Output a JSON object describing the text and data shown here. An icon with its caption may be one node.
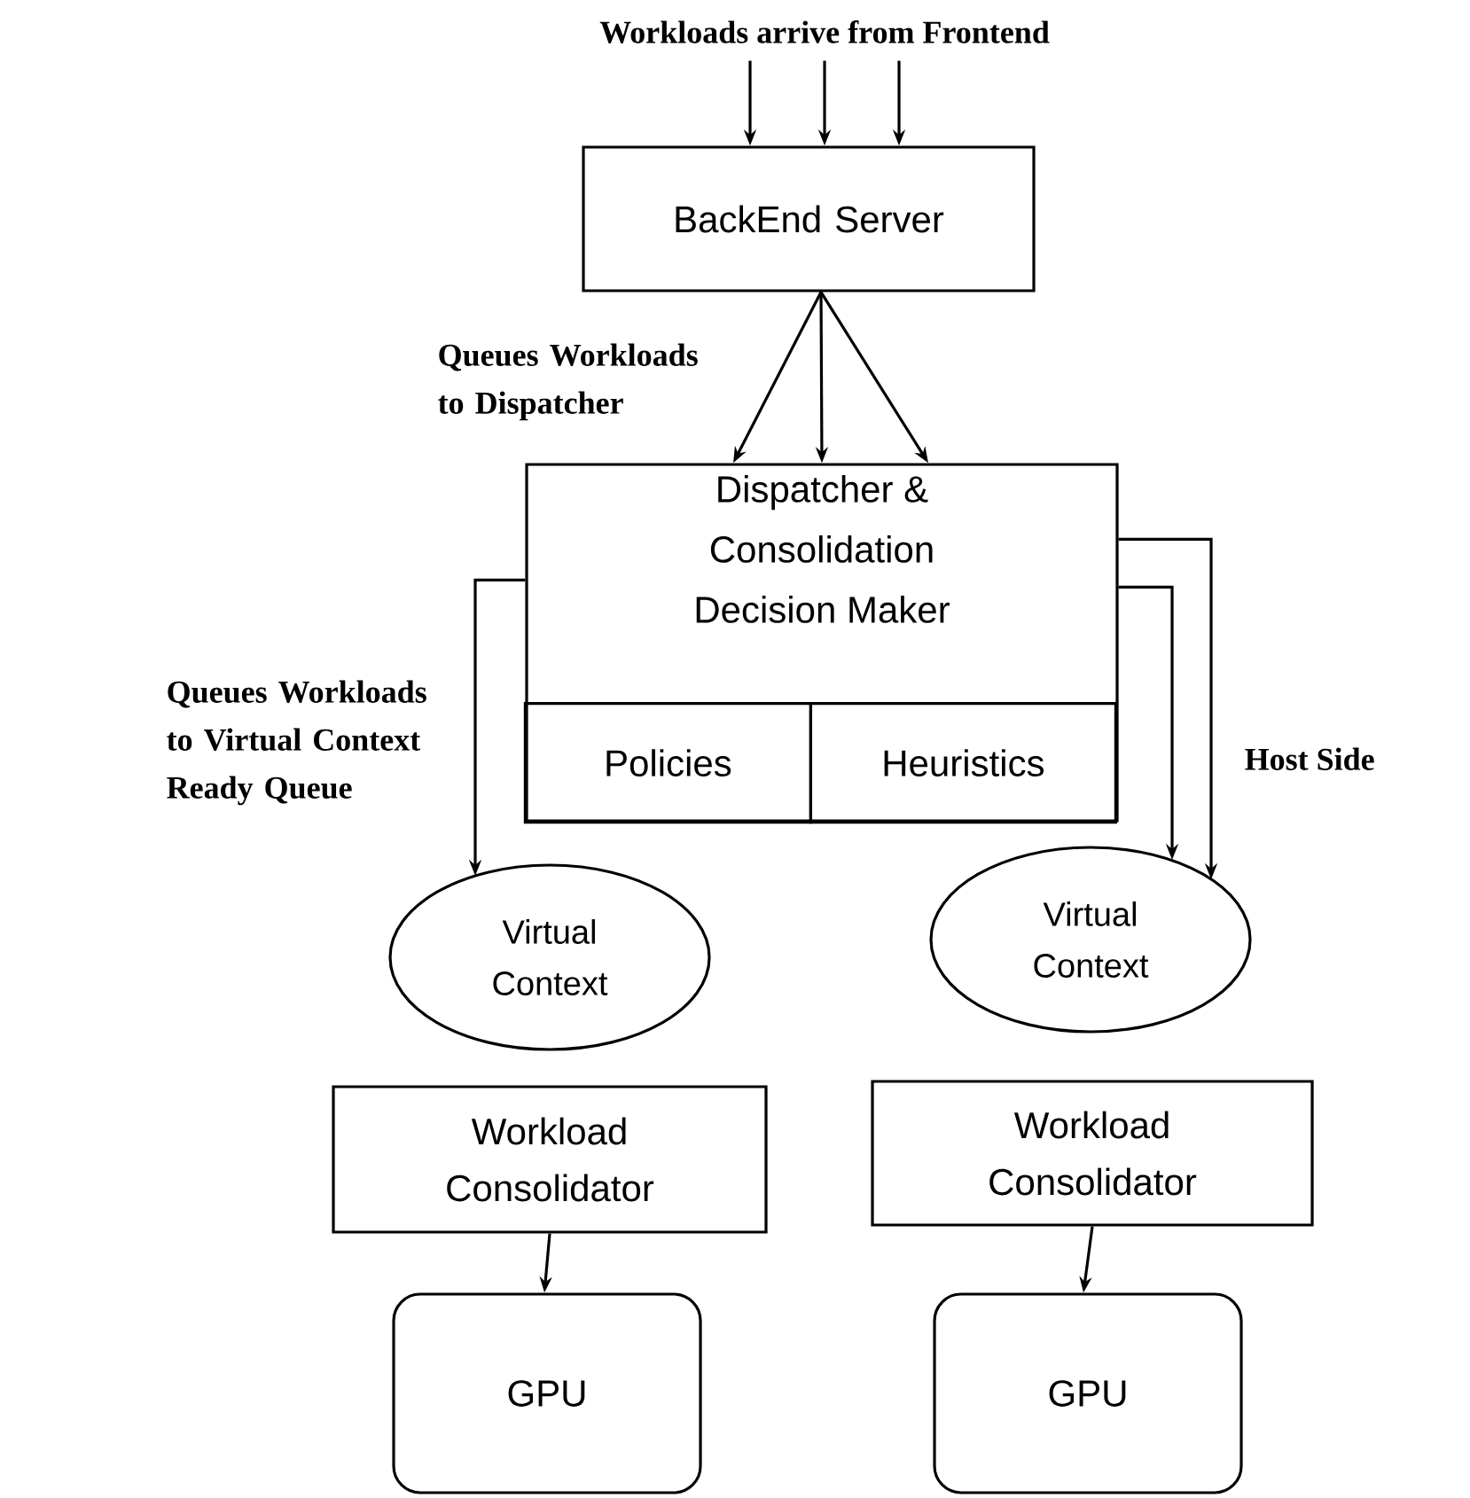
{
  "diagram": {
    "nodes": [
      {
        "text": [
          "Workloads arrive from Frontend"
        ]
      },
      {
        "text": [
          "BackEnd Server"
        ]
      },
      {
        "text": [
          "Dispatcher & Consolidation Decision Maker"
        ]
      },
      {
        "text": [
          "Policies"
        ],
        "in": 2
      },
      {
        "text": [
          "Heuristics"
        ],
        "in": 2
      },
      {
        "text": [
          "Virtual Context"
        ]
      },
      {
        "text": [
          "Workload Consolidator"
        ]
      },
      {
        "text": [
          "GPU"
        ]
      },
      {
        "text": [
          "Virtual Context"
        ]
      },
      {
        "text": [
          "Workload Consolidator"
        ]
      },
      {
        "text": [
          "GPU"
        ]
      }
    ],
    "edges": [
      {
        "from": 0,
        "to": 1,
        "arrow": "to"
      },
      {
        "from": 0,
        "to": 1,
        "arrow": "to"
      },
      {
        "from": 0,
        "to": 1,
        "arrow": "to"
      },
      {
        "from": 1,
        "to": 2,
        "arrow": "to",
        "label": "Queues Workloads to Dispatcher"
      },
      {
        "from": 1,
        "to": 2,
        "arrow": "to"
      },
      {
        "from": 1,
        "to": 2,
        "arrow": "to"
      },
      {
        "from": 2,
        "to": 5,
        "arrow": "to",
        "label": "Queues Workloads to Virtual Context Ready Queue"
      },
      {
        "from": 2,
        "to": 8,
        "arrow": "to"
      },
      {
        "from": 2,
        "to": 8,
        "arrow": "to"
      },
      {
        "from": 6,
        "to": 7,
        "arrow": "to"
      },
      {
        "from": 9,
        "to": 10,
        "arrow": "to"
      }
    ],
    "labels": [
      "Host Side"
    ]
  }
}
